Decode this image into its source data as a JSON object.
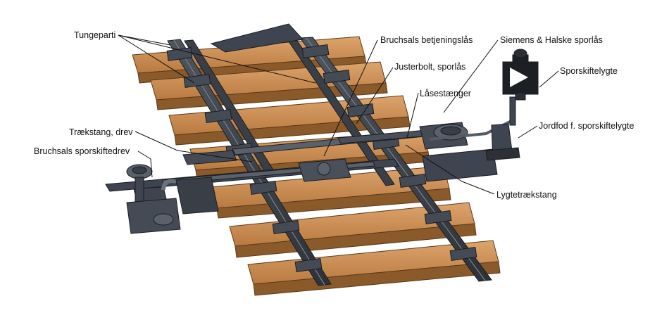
{
  "labels": {
    "tungeparti": "Tungeparti",
    "bruchsals_betjeningslaas": "Bruchsals betjeningslås",
    "siemens_halske_sporlaas": "Siemens & Halske sporlås",
    "justerbolt_sporlaas": "Justerbolt, sporlås",
    "sporskiftelygte": "Sporskiftelygte",
    "laasestaenger": "Låsestænger",
    "jordfod": "Jordfod f. sporskiftelygte",
    "traekstang_drev": "Trækstang, drev",
    "bruchsals_sporskiftedrev": "Bruchsals sporskiftedrev",
    "lygtetraekstang": "Lygtetrækstang"
  },
  "colors": {
    "wood": "#c98a4e",
    "wood_top": "#d9a066",
    "wood_dark": "#8a5a2b",
    "steel": "#3f4550",
    "steel_light": "#6a717d",
    "steel_dark": "#23272d",
    "lamp": "#1c1f24",
    "leader": "#111111",
    "text": "#111111"
  },
  "icons": [
    "switch-lamp-icon",
    "rail-icon",
    "sleeper-icon"
  ]
}
